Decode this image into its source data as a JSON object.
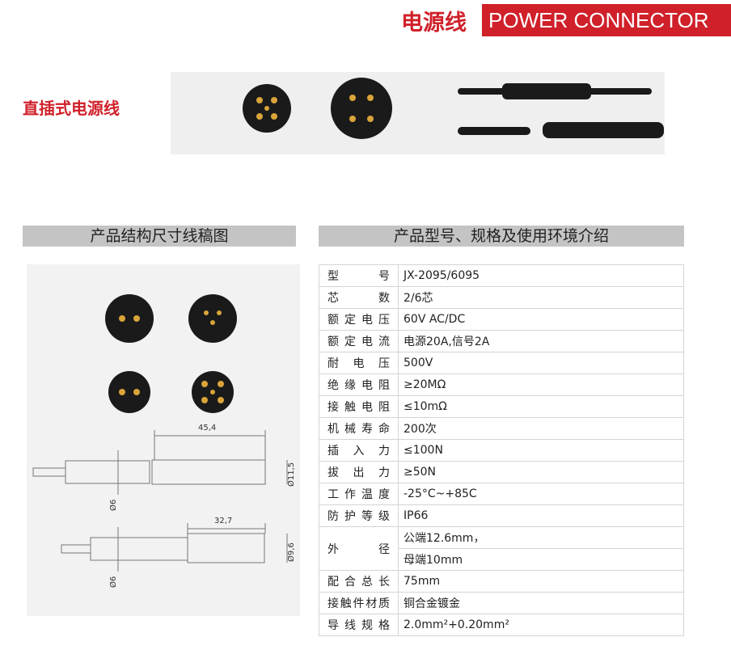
{
  "header": {
    "title_cn": "电源线",
    "title_en": "POWER CONNECTOR"
  },
  "product_name": "直插式电源线",
  "sections": {
    "drawing": "产品结构尺寸线稿图",
    "specs": "产品型号、规格及使用环境介绍"
  },
  "drawing": {
    "dims": [
      "45,4",
      "Ø11,5",
      "Ø6",
      "32,7",
      "Ø9,6",
      "Ø6"
    ]
  },
  "specs": [
    {
      "label": "型号",
      "value": "JX-2095/6095"
    },
    {
      "label": "芯数",
      "value": "2/6芯"
    },
    {
      "label": "额定电压",
      "value": "60V AC/DC"
    },
    {
      "label": "额定电流",
      "value": "电源20A,信号2A"
    },
    {
      "label": "耐电压",
      "value": "500V"
    },
    {
      "label": "绝缘电阻",
      "value": "≥20MΩ"
    },
    {
      "label": "接触电阻",
      "value": "≤10mΩ"
    },
    {
      "label": "机械寿命",
      "value": "200次"
    },
    {
      "label": "插入力",
      "value": "≤100N"
    },
    {
      "label": "拔出力",
      "value": "≥50N"
    },
    {
      "label": "工作温度",
      "value": "-25°C~+85C"
    },
    {
      "label": "防护等级",
      "value": "IP66"
    },
    {
      "label": "外径",
      "value": "公端12.6mm，",
      "value2": "母端10mm"
    },
    {
      "label": "配合总长",
      "value": "75mm"
    },
    {
      "label": "接触件材质",
      "value": "铜合金镀金"
    },
    {
      "label": "导线规格",
      "value": "2.0mm²+0.20mm²"
    }
  ]
}
